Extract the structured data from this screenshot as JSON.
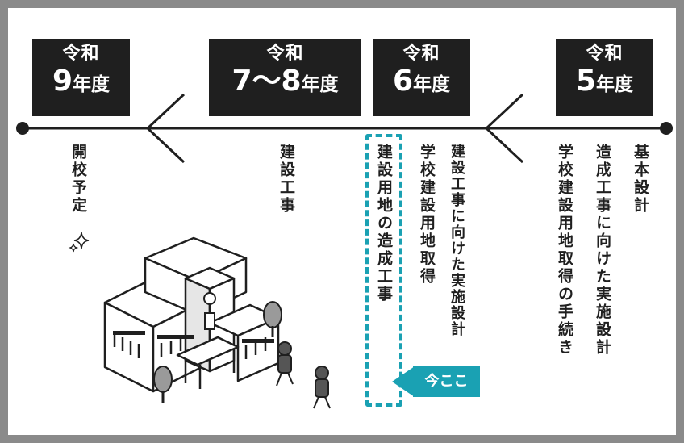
{
  "periods": [
    {
      "era": "令和",
      "year_num": "9",
      "year_suffix": "年度",
      "items": [
        "開校予定"
      ]
    },
    {
      "era": "令和",
      "year_num": "7〜8",
      "year_suffix": "年度",
      "items": [
        "建設工事"
      ]
    },
    {
      "era": "令和",
      "year_num": "6",
      "year_suffix": "年度",
      "items": [
        "建設用地の造成工事",
        "学校建設用地取得",
        "建設工事に向けた実施設計"
      ]
    },
    {
      "era": "令和",
      "year_num": "5",
      "year_suffix": "年度",
      "items": [
        "学校建設用地取得の手続き",
        "造成工事に向けた実施設計",
        "基本設計"
      ]
    }
  ],
  "current_marker": {
    "label": "今ここ"
  },
  "colors": {
    "accent": "#1aa1b3",
    "dark": "#1f1f1f",
    "frame": "#8a8a8a"
  },
  "icons": [
    "school-building-illustration",
    "children-walking-illustration",
    "sparkle-icon",
    "arrow-left-icon"
  ]
}
